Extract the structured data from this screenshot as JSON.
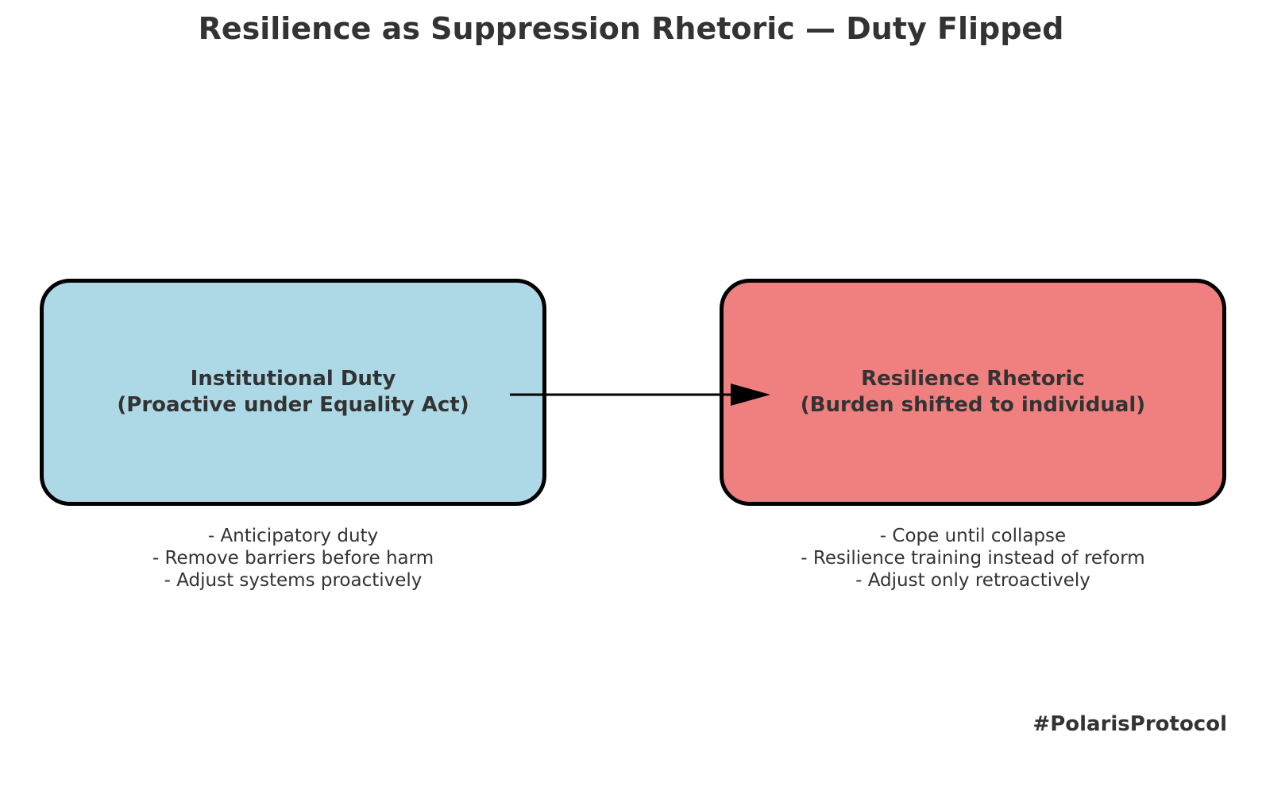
{
  "title": "Resilience as Suppression Rhetoric — Duty Flipped",
  "nodes": [
    {
      "id": "institutional-duty",
      "label_line1": "Institutional Duty",
      "label_line2": "(Proactive under Equality Act)",
      "fill": "#add8e6",
      "notes": [
        "- Anticipatory duty",
        "- Remove barriers before harm",
        "- Adjust systems proactively"
      ]
    },
    {
      "id": "resilience-rhetoric",
      "label_line1": "Resilience Rhetoric",
      "label_line2": "(Burden shifted to individual)",
      "fill": "#f08080",
      "notes": [
        "- Cope until collapse",
        "- Resilience training instead of reform",
        "- Adjust only retroactively"
      ]
    }
  ],
  "edges": [
    {
      "from": "institutional-duty",
      "to": "resilience-rhetoric"
    }
  ],
  "hashtag": "#PolarisProtocol"
}
